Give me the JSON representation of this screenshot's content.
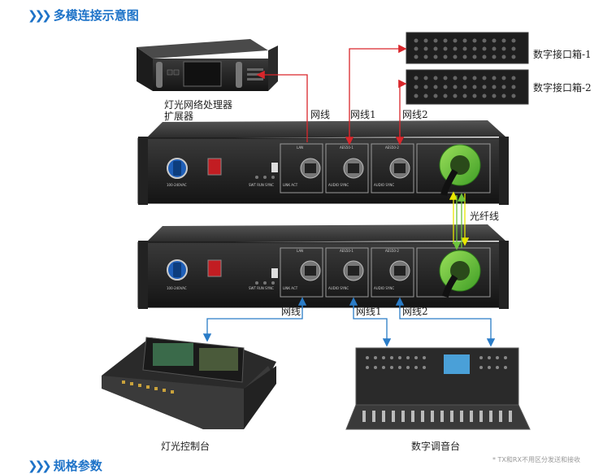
{
  "header": {
    "title": "多模连接示意图"
  },
  "devices": {
    "lighting_processor": "灯光网络处理器",
    "lighting_processor_sub": "扩展器",
    "stagebox_1": "数字接口箱-1",
    "stagebox_2": "数字接口箱-2",
    "lighting_console": "灯光控制台",
    "digital_mixer": "数字调音台"
  },
  "links": {
    "net_top": "网线",
    "net1_top": "网线1",
    "net2_top": "网线2",
    "fiber": "光纤线",
    "net_bottom": "网线",
    "net1_bottom": "网线1",
    "net2_bottom": "网线2"
  },
  "panel_labels": {
    "lan": "LAN",
    "aes1": "AES50-1",
    "aes2": "AES50-2",
    "power": "100-240VAC",
    "leds": "SWT  RUN  SYNC",
    "link_act": "LINK  ACT",
    "audio_sync": "AUDIO  SYNC"
  },
  "footnote": "* TX和RX不用区分发送和接收",
  "next_section": "规格参数",
  "colors": {
    "accent": "#1e73c8",
    "red_link": "#d9262b",
    "blue_link": "#2a7cc7",
    "fiber_yellow": "#e8e600",
    "fiber_green": "#6dc43c"
  }
}
